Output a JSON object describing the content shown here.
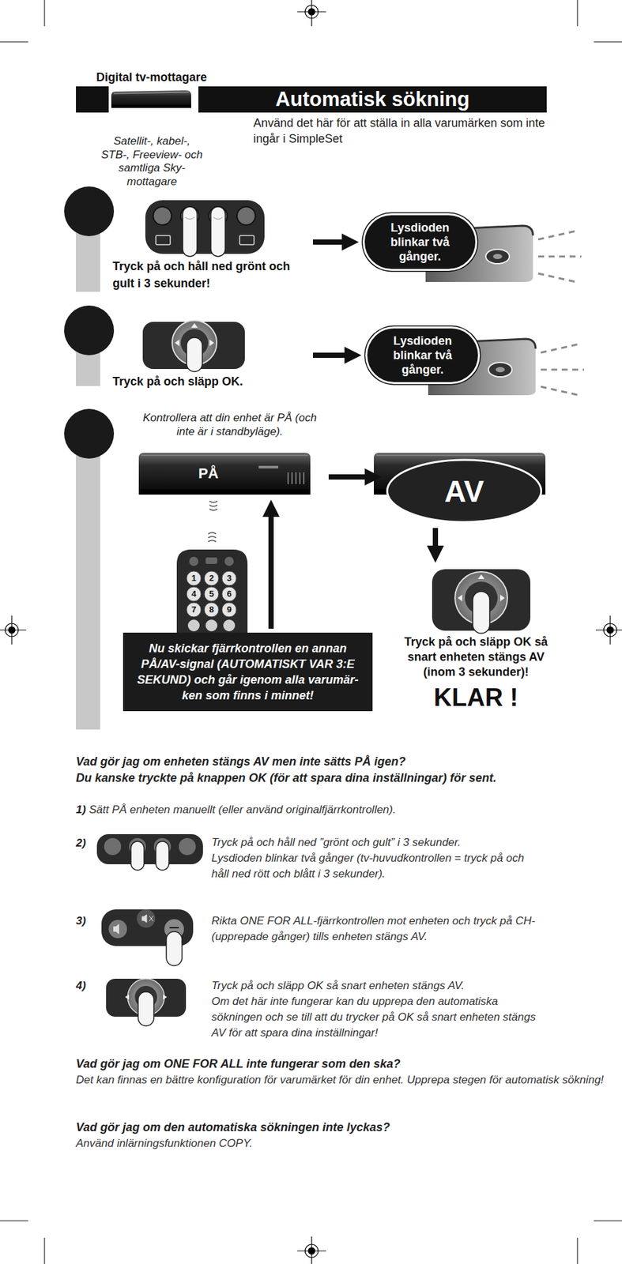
{
  "diagram": {
    "title": "Automatisk sökning",
    "nodes": [
      {
        "text": [
          "Tryck på och håll ned grönt och gult i 3 sekunder!"
        ]
      },
      {
        "text": [
          "Lysdioden blinkar två gånger."
        ]
      },
      {
        "text": [
          "Tryck på och släpp OK."
        ]
      },
      {
        "text": [
          "Lysdioden blinkar två gånger."
        ]
      },
      {
        "text": [
          "Kontrollera att din enhet är PÅ (och inte är i standbyläge).",
          "PÅ"
        ]
      },
      {
        "text": [
          "AV"
        ]
      },
      {
        "text": [
          "Tryck på och släpp OK så snart enheten stängs AV (inom 3 sekunder)!",
          "KLAR !"
        ]
      },
      {
        "text": [
          "Nu skickar fjärrkontrollen en annan PÅ/AV-signal (AUTOMATISKT VAR 3:E SEKUND) och går igenom alla varumär-ken som finns i minnet!"
        ]
      }
    ],
    "edges": [
      {
        "from": 0,
        "to": 1,
        "arrow": "to"
      },
      {
        "from": 2,
        "to": 3,
        "arrow": "to"
      },
      {
        "from": 4,
        "to": 5,
        "arrow": "to"
      },
      {
        "from": 5,
        "to": 6,
        "arrow": "to"
      },
      {
        "from": 7,
        "to": 4,
        "arrow": "to"
      }
    ],
    "labels": [
      "Digital tv-mottagare",
      "Satellit-, kabel-, STB-, Freeview- och samtliga Sky-mottagare",
      "Använd det här för att ställa in alla varumärken som inte ingår i SimpleSet",
      "1",
      "2",
      "3",
      "4",
      "5",
      "6",
      "7",
      "8",
      "9",
      "Vad gör jag om enheten stängs AV men inte sätts PÅ igen?",
      "Du kanske tryckte på knappen OK (för att spara dina inställningar) för sent.",
      "1)",
      "Sätt PÅ enheten manuellt (eller använd originalfjärrkontrollen).",
      "2)",
      "Tryck på och håll ned ”grönt och gult” i 3 sekunder.",
      "Lysdioden blinkar två gånger (tv-huvudkontrollen = tryck på och håll ned rött och blått i 3 sekunder).",
      "3)",
      "Rikta ONE FOR ALL-fjärrkontrollen mot enheten och tryck på CH- (upprepade gånger) tills enheten stängs AV.",
      "4)",
      "Tryck på och släpp OK så snart enheten stängs AV.",
      "Om det här inte fungerar kan du upprepa den automatiska sökningen och se till att du trycker på OK så snart enheten stängs AV för att spara dina inställningar!",
      "Vad gör jag om ONE FOR ALL inte fungerar som den ska?",
      "Det kan finnas en bättre konfiguration för varumärket för din enhet. Upprepa stegen för automatisk sökning!",
      "Vad gör jag om den automatiska sökningen inte lyckas?",
      "Använd inlärningsfunktionen COPY."
    ]
  }
}
